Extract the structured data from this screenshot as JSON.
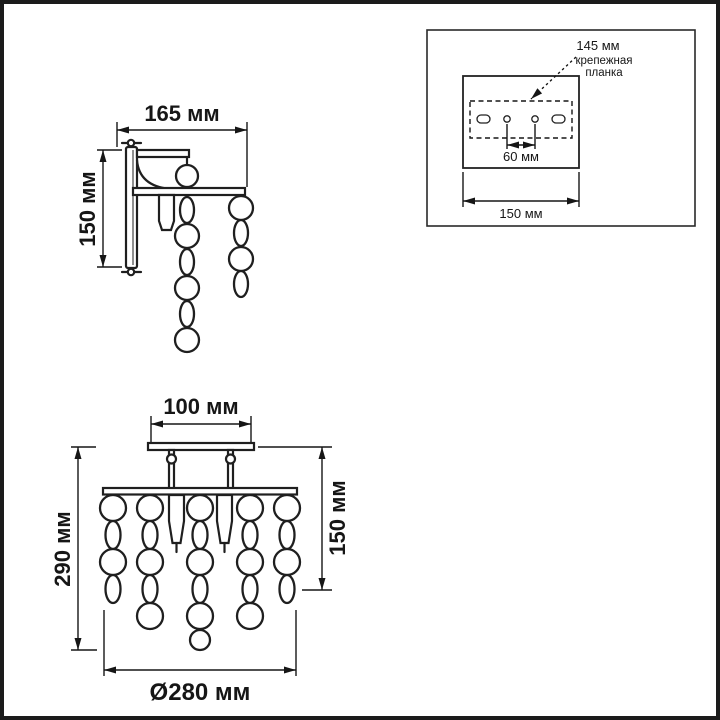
{
  "colors": {
    "line": "#1f1f1f",
    "frame": "#1b1b1b",
    "background": "#ffffff"
  },
  "side_view": {
    "width": "165 мм",
    "height": "150 мм"
  },
  "mounting_plate_detail": {
    "plate_length": "145 мм",
    "caption": {
      "line1": "крепежная",
      "line2": "планка"
    },
    "hole_spacing": "60 мм",
    "plate_width": "150 мм"
  },
  "front_view": {
    "top_width": "100 мм",
    "upper_height": "150 мм",
    "total_height": "290 мм",
    "diameter": "Ø280 мм"
  }
}
